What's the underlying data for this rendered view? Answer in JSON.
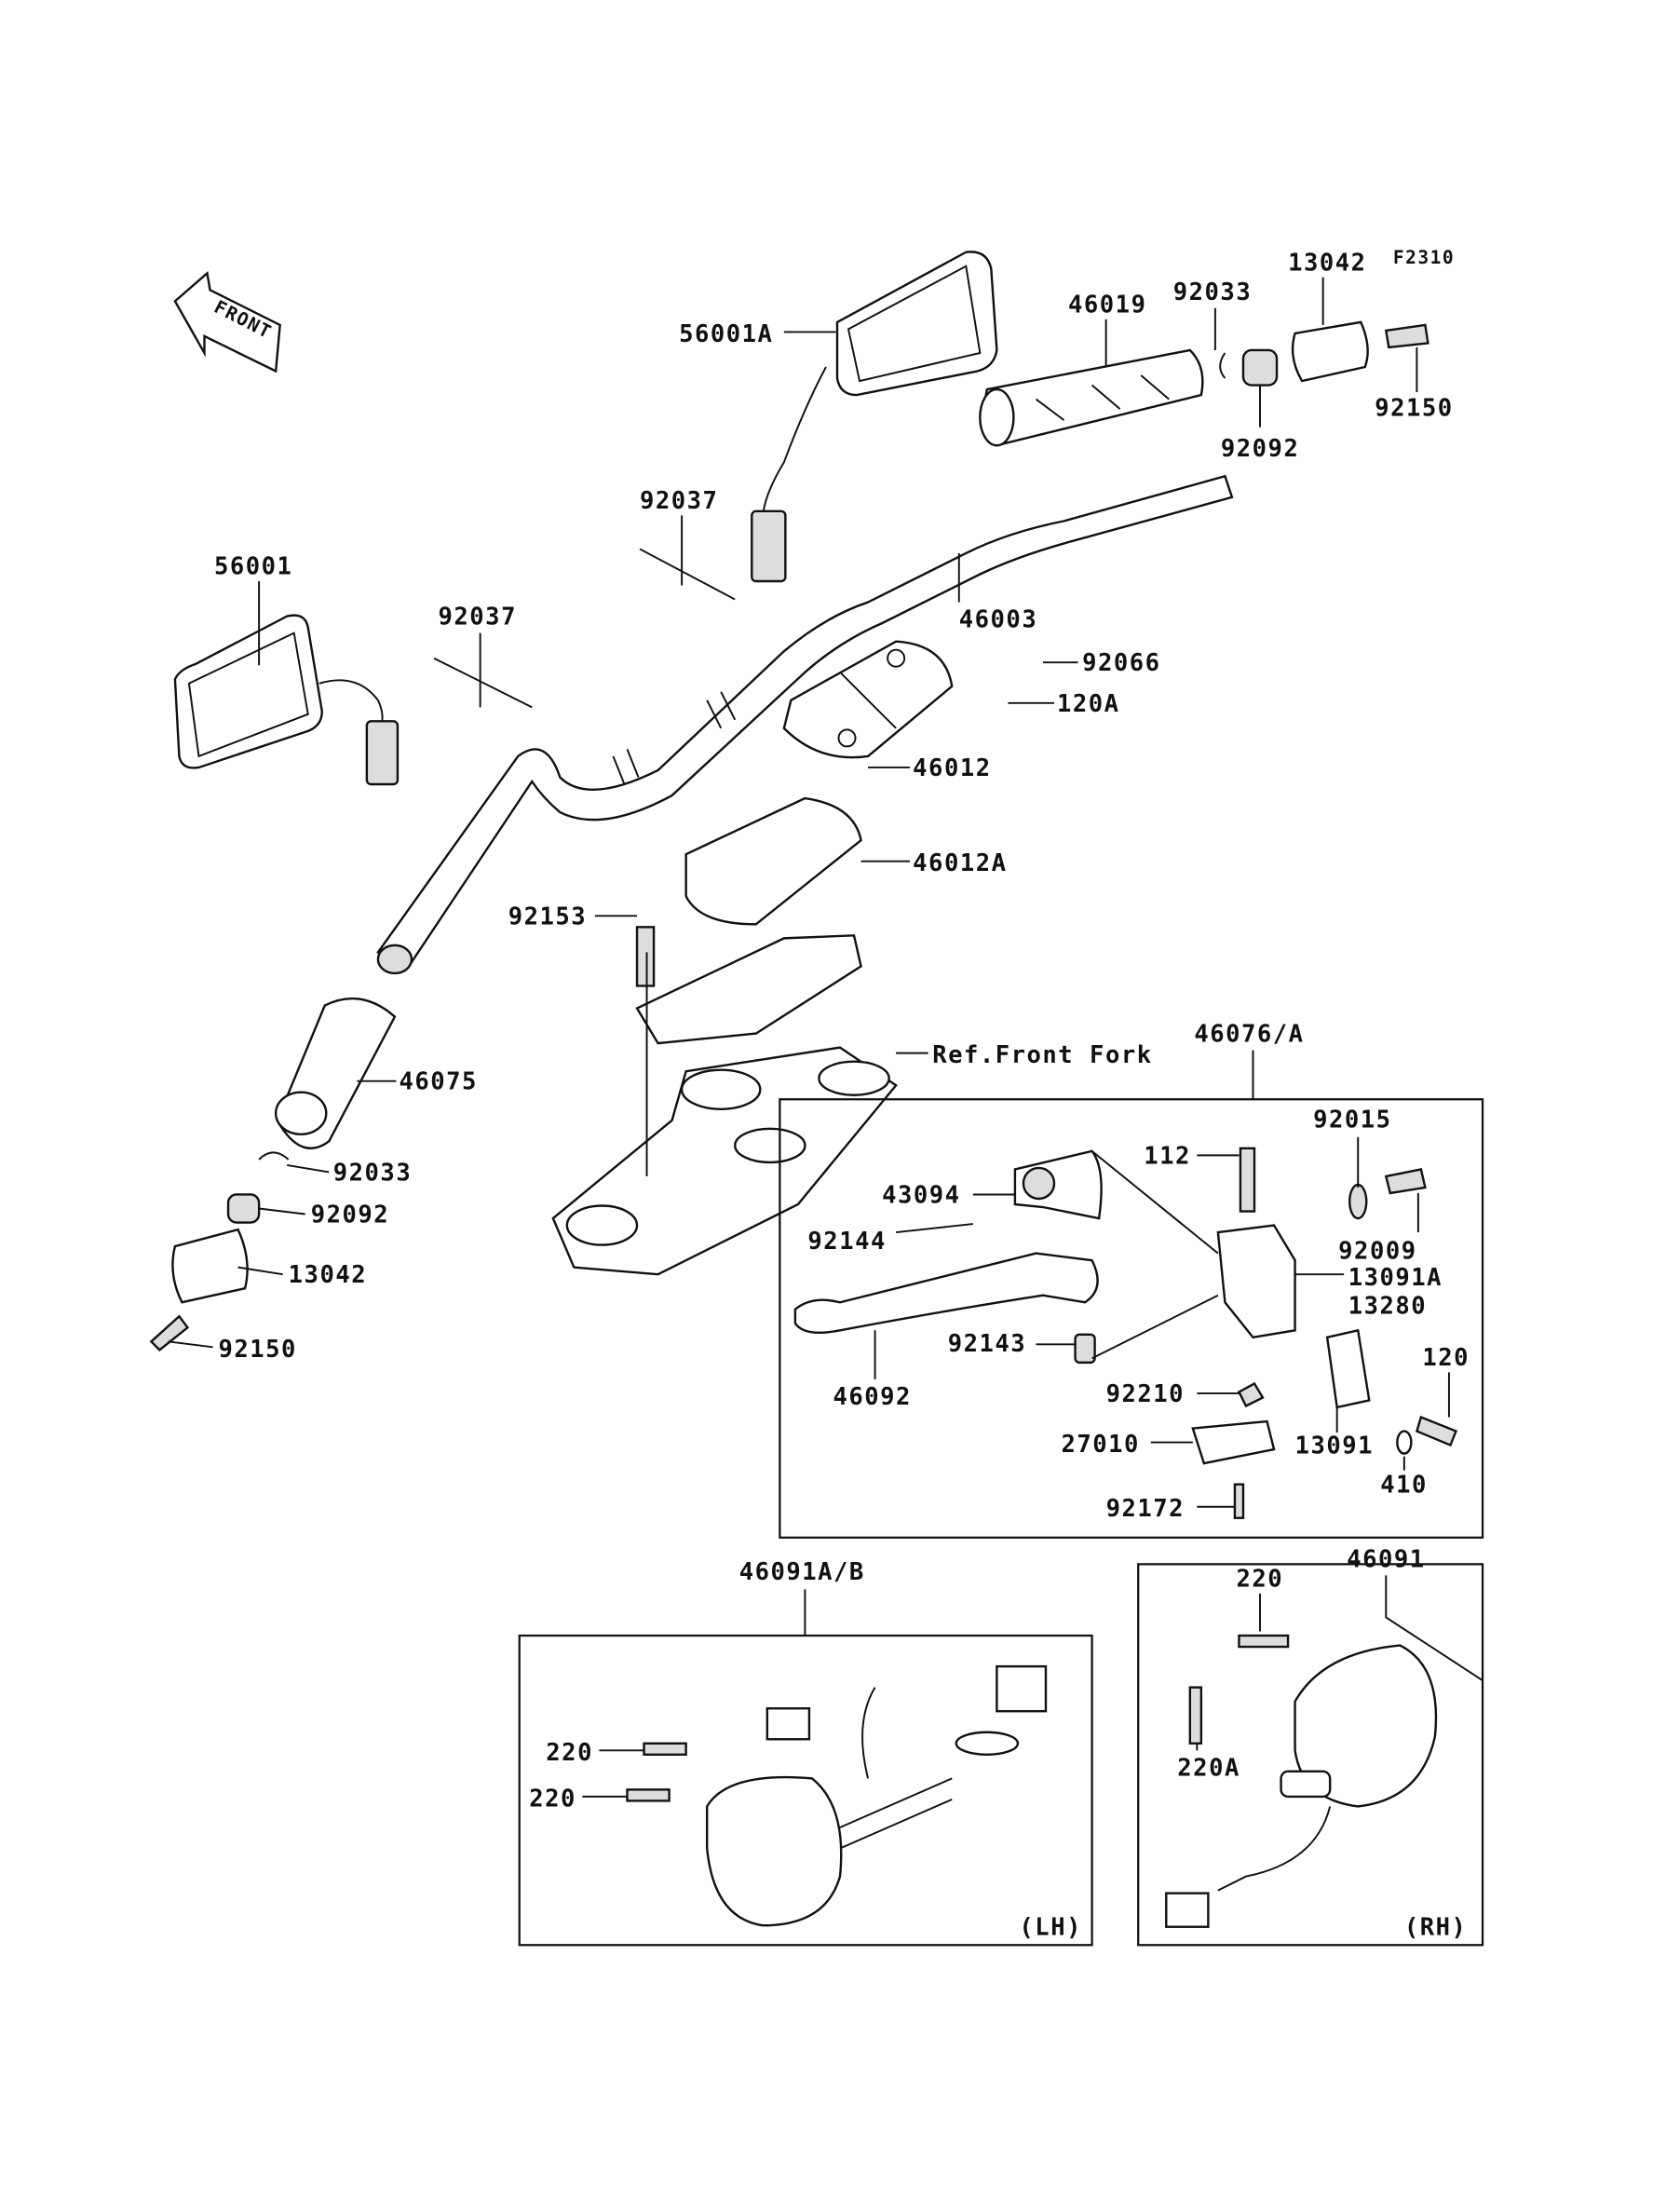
{
  "diagram": {
    "code": "F2310",
    "direction_marker": "FRONT",
    "reference_note": "Ref.Front Fork",
    "groups": {
      "lever_assembly": "46076/A",
      "left_switch": "46091A/B",
      "right_switch": "46091",
      "left_side": "(LH)",
      "right_side": "(RH)"
    },
    "parts": [
      "56001A",
      "46019",
      "92033",
      "13042",
      "92150",
      "92092",
      "92037",
      "56001",
      "46003",
      "92037",
      "92066",
      "120A",
      "46012",
      "46012A",
      "92153",
      "46075",
      "92033",
      "92092",
      "13042",
      "92150",
      "92015",
      "112",
      "43094",
      "92144",
      "92009",
      "13091A",
      "13280",
      "92143",
      "120",
      "92210",
      "46092",
      "27010",
      "13091",
      "410",
      "92172",
      "220",
      "220A",
      "220",
      "220"
    ]
  }
}
